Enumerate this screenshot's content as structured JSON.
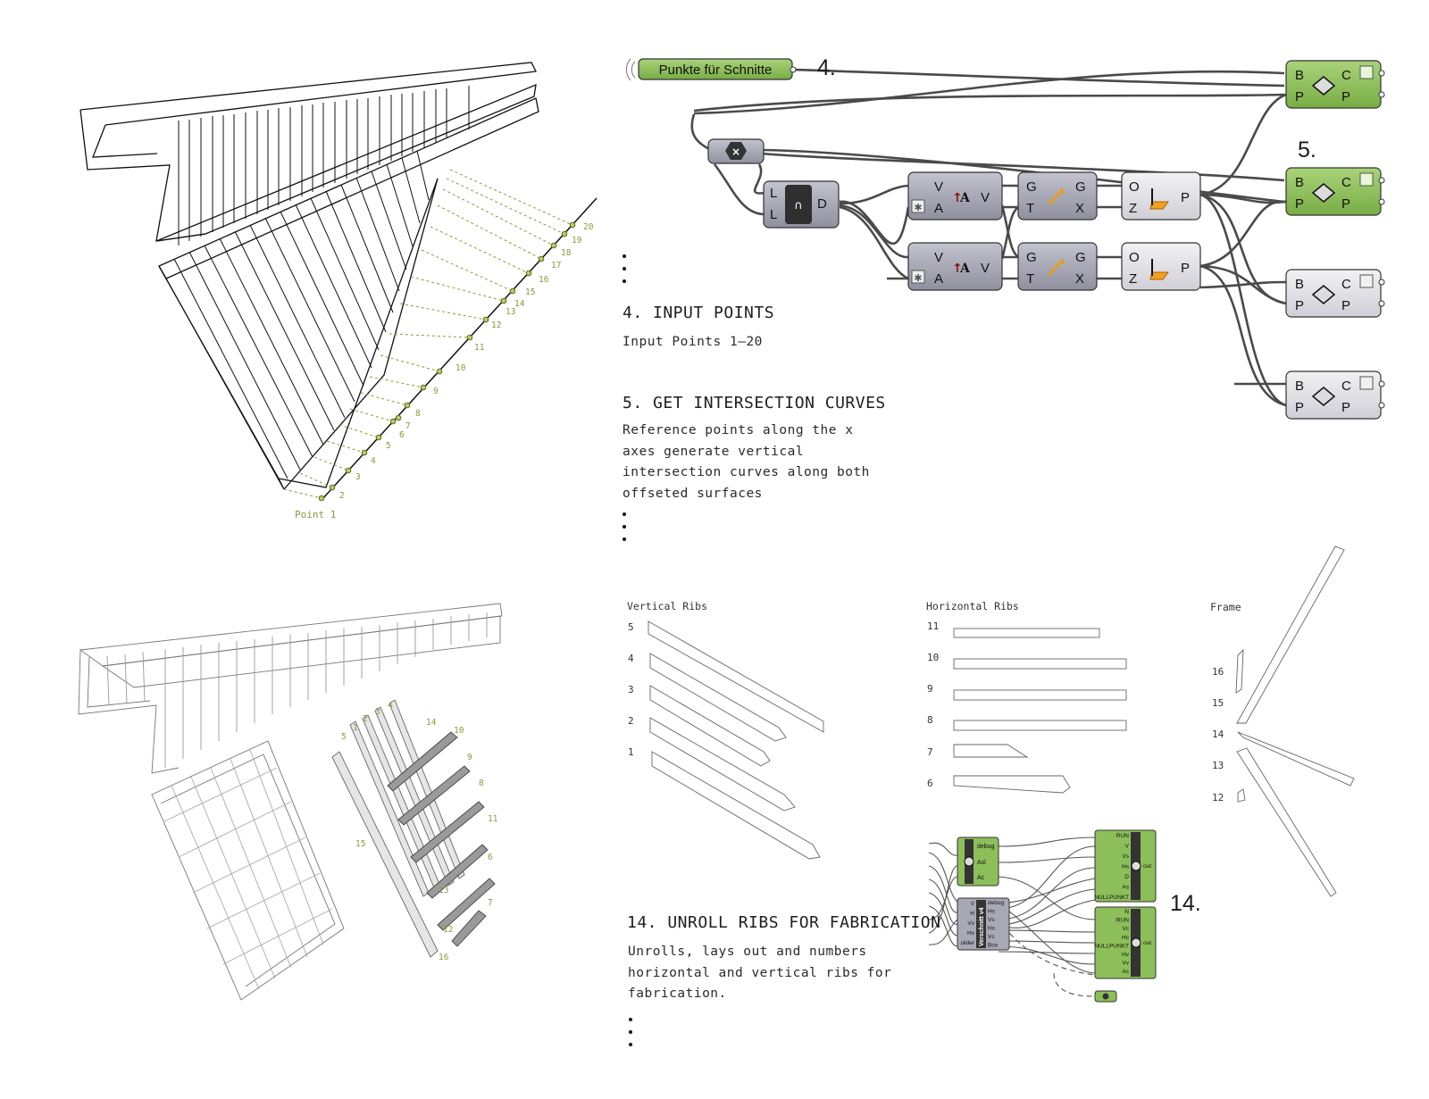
{
  "step4": {
    "number": "4.",
    "title": "4. INPUT POINTS",
    "body": "Input Points 1–20",
    "param_label": "Punkte für Schnitte"
  },
  "step5": {
    "number": "5.",
    "title": "5. GET INTERSECTION CURVES",
    "body_lines": [
      "Reference points along the x",
      "axes generate vertical",
      "intersection curves along both",
      "offseted surfaces"
    ]
  },
  "step14": {
    "number": "14.",
    "title": "14. UNROLL RIBS FOR FABRICATION",
    "body_lines": [
      "Unrolls, lays out and numbers",
      "horizontal and vertical ribs for",
      "fabrication."
    ]
  },
  "diagram1": {
    "start_label": "Point 1",
    "point_numbers": [
      "2",
      "3",
      "4",
      "5",
      "6",
      "7",
      "8",
      "9",
      "10",
      "11",
      "12",
      "13",
      "14",
      "15",
      "16",
      "17",
      "18",
      "19",
      "20"
    ]
  },
  "diagram2": {
    "vertical_labels": [
      "5",
      "1",
      "2",
      "3",
      "4"
    ],
    "horizontal_labels": [
      "14",
      "10",
      "9",
      "8",
      "11",
      "6",
      "7",
      "13",
      "12",
      "16",
      "15"
    ]
  },
  "fabrication": {
    "vertical_title": "Vertical Ribs",
    "vertical_numbers": [
      "5",
      "4",
      "3",
      "2",
      "1"
    ],
    "horizontal_title": "Horizontal Ribs",
    "horizontal_numbers": [
      "11",
      "10",
      "9",
      "8",
      "7",
      "6"
    ],
    "frame_title": "Frame",
    "frame_numbers": [
      "16",
      "15",
      "14",
      "13",
      "12"
    ]
  },
  "grasshopper": {
    "merge": {
      "in1": "L",
      "in2": "L",
      "out": "D"
    },
    "amplitude": {
      "in1": "V",
      "in2": "A",
      "out": "V"
    },
    "move": {
      "in1": "G",
      "in2": "T",
      "out1": "G",
      "out2": "X"
    },
    "plane": {
      "in1": "O",
      "in2": "Z",
      "out": "P"
    },
    "brep": {
      "in1": "B",
      "in2": "P",
      "out1": "C",
      "out2": "P"
    },
    "script_small_1": {
      "out1": "debug",
      "out2": "Asl",
      "out3": "Ac"
    },
    "script_small_2": {
      "title": "Verschnitt v4",
      "inputs": [
        "V",
        "H",
        "Vv",
        "Hv",
        "slider"
      ],
      "outputs": [
        "debug",
        "Hs",
        "Vs",
        "Hc",
        "Vc",
        "Box"
      ]
    },
    "script_big_1": {
      "inputs": [
        "RUN",
        "V",
        "Vs",
        "Hs",
        "D",
        "As",
        "NULLPUNKT"
      ],
      "out": "out"
    },
    "script_big_2": {
      "inputs": [
        "N",
        "RUN",
        "Vc",
        "Hc",
        "NULLPUNKT",
        "Hv",
        "Vv",
        "Ac"
      ],
      "out": "out"
    }
  },
  "colors": {
    "accent_green": "#8cbf5a",
    "label_green": "#8a9a3c",
    "component_grey": "#a6a6b4",
    "wire": "#4a4a4a"
  }
}
